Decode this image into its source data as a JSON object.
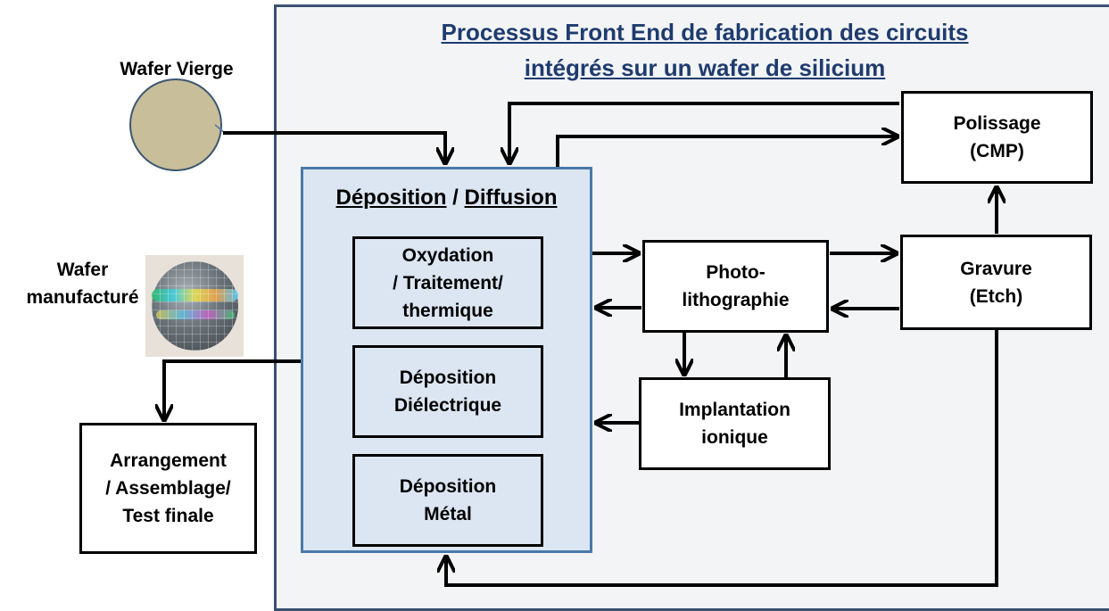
{
  "title": {
    "line1": "Processus Front End de fabrication des circuits",
    "line2": "intégrés sur un wafer de silicium"
  },
  "wafer_vierge": {
    "label": "Wafer Vierge"
  },
  "wafer_manufacture": {
    "line1": "Wafer",
    "line2": "manufacturé"
  },
  "group": {
    "title_part1": "Déposition",
    "separator": "/",
    "title_part2": "Diffusion",
    "oxydation": {
      "line1": "Oxydation",
      "line2": "/ Traitement/",
      "line3": "thermique"
    },
    "dielectrique": {
      "line1": "Déposition",
      "line2": "Diélectrique"
    },
    "metal": {
      "line1": "Déposition",
      "line2": "Métal"
    }
  },
  "photo": {
    "line1": "Photo-",
    "line2": "lithographie"
  },
  "implantation": {
    "line1": "Implantation",
    "line2": "ionique"
  },
  "gravure": {
    "line1": "Gravure",
    "line2": "(Etch)"
  },
  "polissage": {
    "line1": "Polissage",
    "line2": "(CMP)"
  },
  "arrangement": {
    "line1": "Arrangement",
    "line2": "/ Assemblage/",
    "line3": "Test finale"
  },
  "colors": {
    "title": "#1f3b6e",
    "panel_border": "#3a5170",
    "group_fill": "#dce6f2",
    "group_border": "#4b79a8",
    "wafer_vierge_fill": "#c8be9a"
  }
}
